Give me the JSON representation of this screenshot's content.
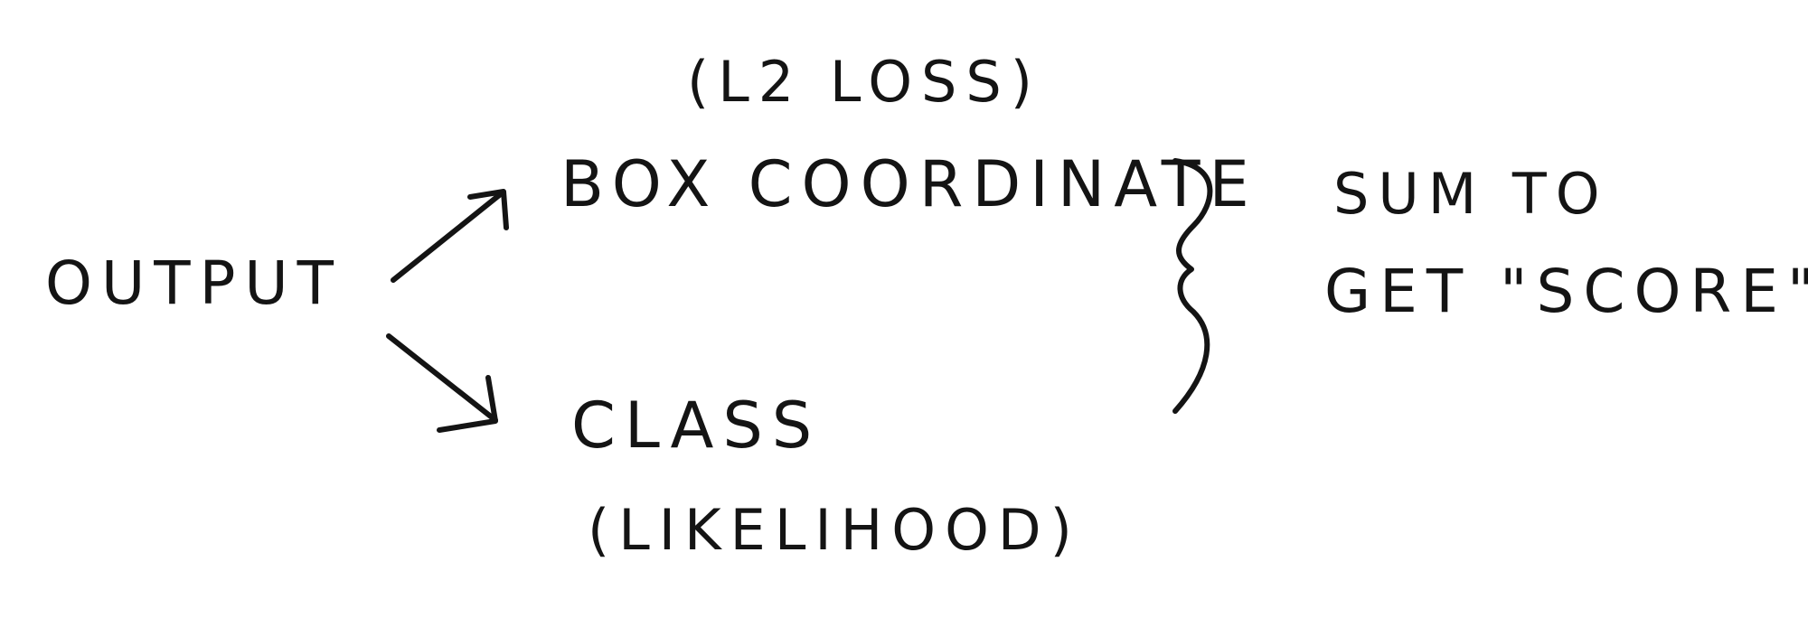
{
  "diagram": {
    "source": {
      "label": "OUTPUT"
    },
    "branches": [
      {
        "label": "BOX COORDINATE",
        "note": "(L2 LOSS)"
      },
      {
        "label": "CLASS",
        "note": "(LIKELIHOOD)"
      }
    ],
    "result": {
      "line1": "SUM TO",
      "line2": "GET \"SCORE\""
    }
  },
  "colors": {
    "ink": "#141414",
    "paper": "#ffffff"
  },
  "icons": {
    "arrow_up": "arrow-up-right-icon",
    "arrow_down": "arrow-down-right-icon",
    "brace": "right-curly-brace-icon"
  }
}
